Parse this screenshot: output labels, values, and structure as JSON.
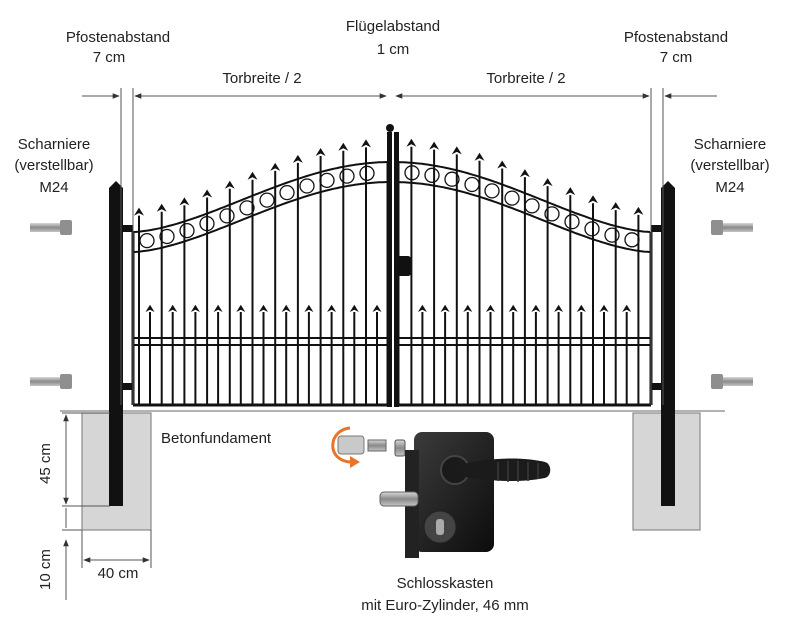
{
  "labels": {
    "post_gap_left_title": "Pfostenabstand",
    "post_gap_left_value": "7 cm",
    "post_gap_right_title": "Pfostenabstand",
    "post_gap_right_value": "7 cm",
    "leaf_gap_title": "Flügelabstand",
    "leaf_gap_value": "1 cm",
    "gate_width_left": "Torbreite / 2",
    "gate_width_right": "Torbreite / 2",
    "hinge_left_line1": "Scharniere",
    "hinge_left_line2": "(verstellbar)",
    "hinge_left_line3": "M24",
    "hinge_right_line1": "Scharniere",
    "hinge_right_line2": "(verstellbar)",
    "hinge_right_line3": "M24",
    "foundation": "Betonfundament",
    "depth_45": "45 cm",
    "depth_10": "10 cm",
    "width_40": "40 cm",
    "lock_line1": "Schlosskasten",
    "lock_line2": "mit Euro-Zylinder, 46 mm"
  },
  "colors": {
    "steel": "#111111",
    "concrete": "#d9d9d9",
    "dim_line": "#444444",
    "bolt": "#9a9a9a",
    "rotate_arrow": "#e8742c"
  },
  "icons": {
    "hinge_bolt": "hinge-bolt-icon",
    "lock_box": "lock-box-icon",
    "rotate_arrow": "rotate-arrow-icon"
  }
}
